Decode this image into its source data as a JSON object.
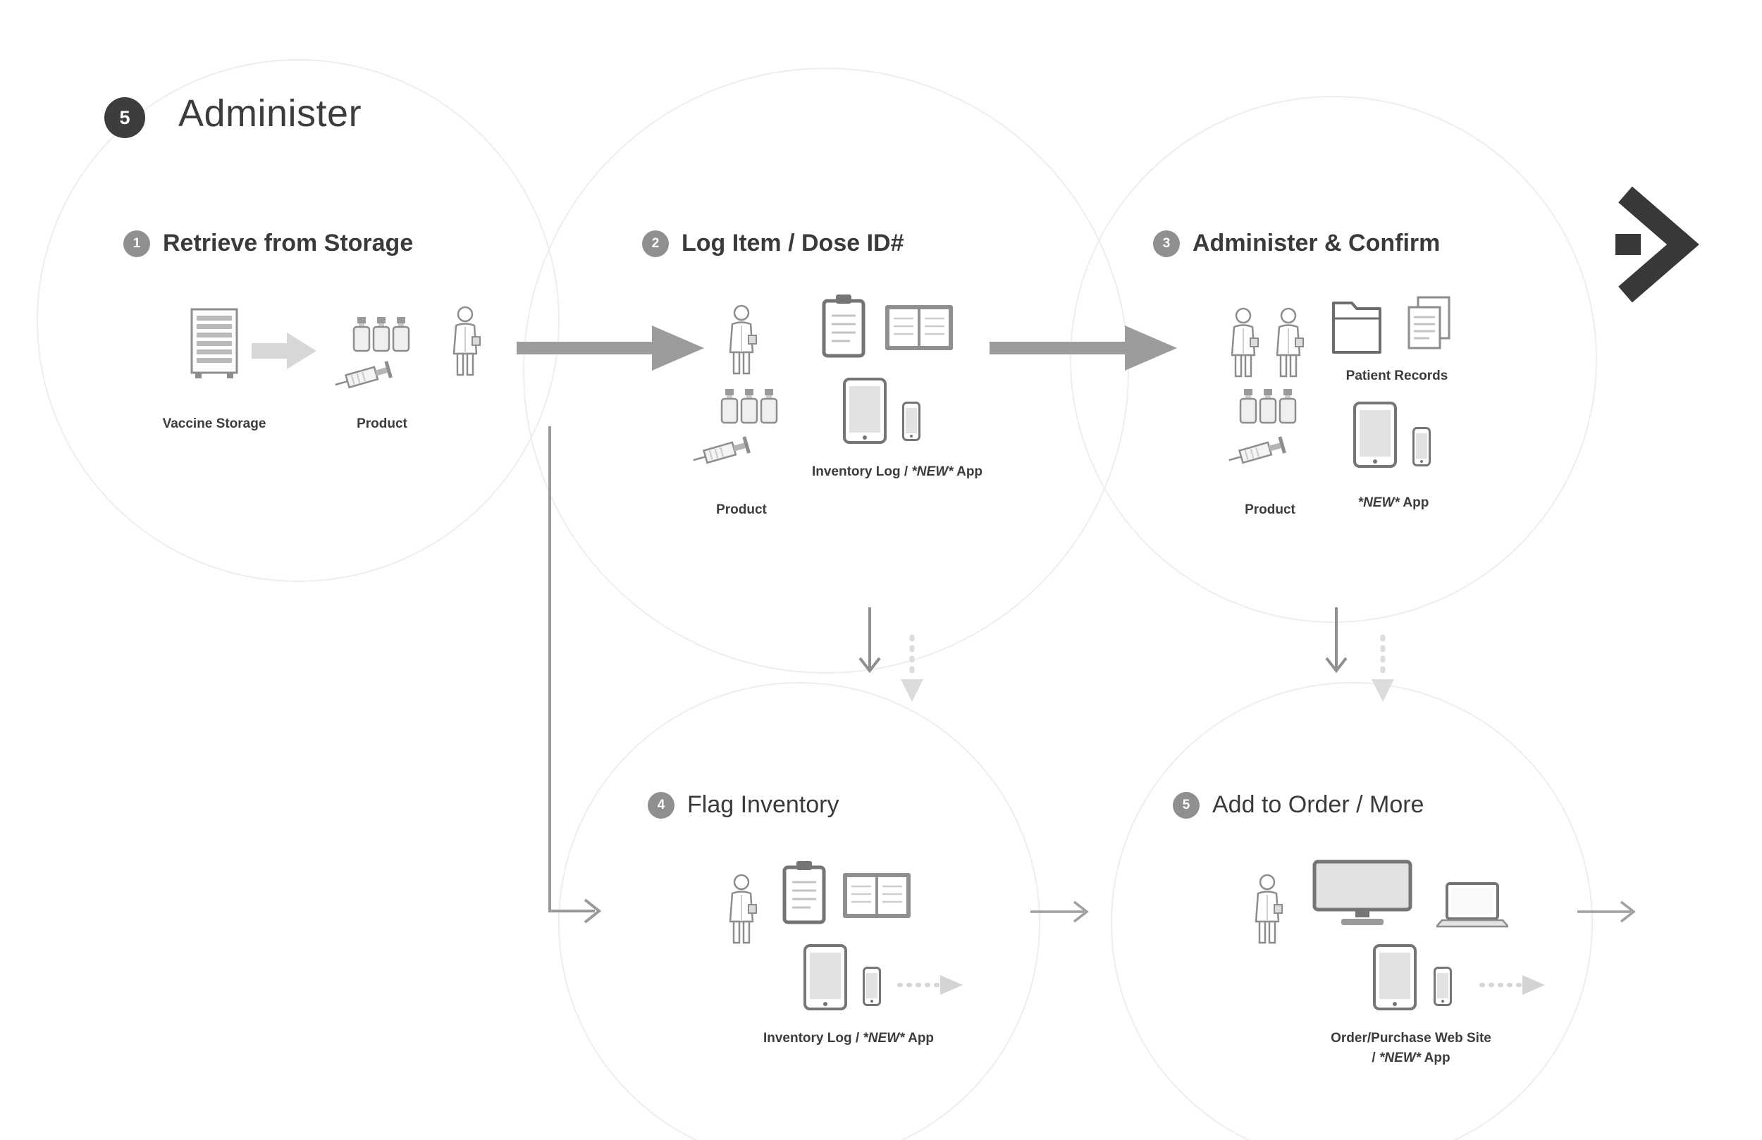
{
  "page": {
    "badge": "5",
    "title": "Administer"
  },
  "steps": [
    {
      "number": "1",
      "title": "Retrieve from Storage",
      "labels": {
        "storage": "Vaccine Storage",
        "product": "Product"
      }
    },
    {
      "number": "2",
      "title": "Log Item / Dose ID#",
      "labels": {
        "inventory_prefix": "Inventory Log / ",
        "inventory_new": "*NEW*",
        "inventory_suffix": " App",
        "product": "Product"
      }
    },
    {
      "number": "3",
      "title": "Administer & Confirm",
      "labels": {
        "records": "Patient Records",
        "product": "Product",
        "app_new": "*NEW*",
        "app_suffix": " App"
      }
    },
    {
      "number": "4",
      "title": "Flag Inventory",
      "labels": {
        "inventory_prefix": "Inventory Log / ",
        "inventory_new": "*NEW*",
        "inventory_suffix": " App"
      }
    },
    {
      "number": "5",
      "title": "Add to Order / More",
      "labels": {
        "site_line1": "Order/Purchase Web Site",
        "site_line2_prefix": "/ ",
        "site_line2_new": "*NEW*",
        "site_line2_suffix": " App"
      }
    }
  ],
  "icons": {
    "storage": "vaccine-storage-cabinet-icon",
    "product": "vials-and-syringe-icon",
    "person": "clinician-icon",
    "log": "clipboard-and-logbook-icon",
    "devices": "tablet-and-phone-icon",
    "records": "folder-and-documents-icon",
    "web": "monitor-and-laptop-icon"
  },
  "colors": {
    "accent_dark": "#3d3d3d",
    "badge_gray": "#8f8f8f",
    "arrow_gray": "#9c9c9c",
    "faint_circle": "#eeeeee",
    "dashed_gray": "#d7d7d7"
  }
}
